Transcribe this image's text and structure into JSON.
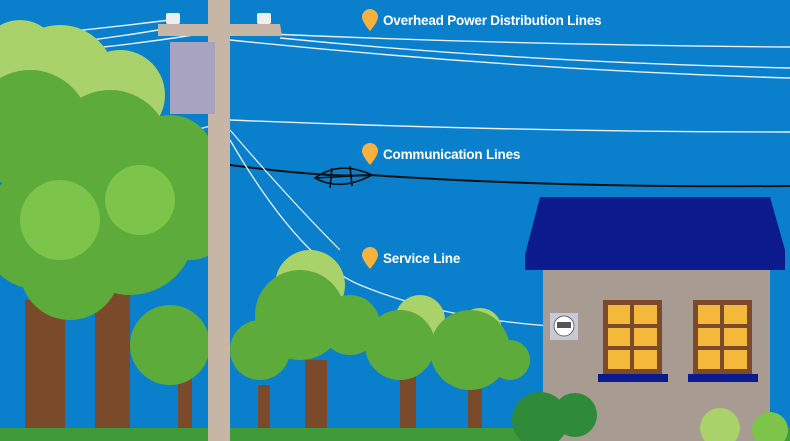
{
  "labels": {
    "overhead": "Overhead Power Distribution Lines",
    "communication": "Communication Lines",
    "service": "Service Line"
  },
  "colors": {
    "sky": "#0a7fcc",
    "pin": "#f6b13e",
    "roof": "#0b1a8c",
    "house_wall": "#a89b91",
    "window": "#f4b93a",
    "tree_dark": "#5dab3a",
    "tree_light": "#a9d36a",
    "trunk": "#7b4a2a",
    "pole": "#c7b5a6"
  },
  "icons": {
    "pin": "map-pin-icon"
  }
}
